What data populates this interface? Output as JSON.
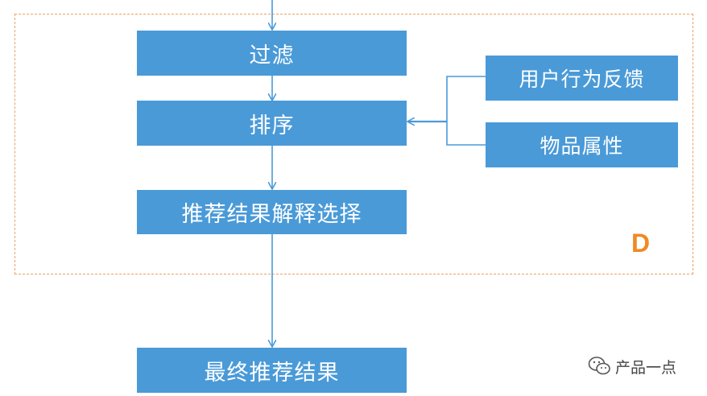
{
  "nodes": {
    "filter": "过滤",
    "rank": "排序",
    "explain": "推荐结果解释选择",
    "final": "最终推荐结果",
    "feedback": "用户行为反馈",
    "item_attr": "物品属性"
  },
  "region_label": "D",
  "watermark": "产品一点",
  "colors": {
    "box_fill": "#4a9ad8",
    "arrow": "#4a9ad8",
    "dashed_border": "#f0a060",
    "region_label": "#f08a24"
  }
}
